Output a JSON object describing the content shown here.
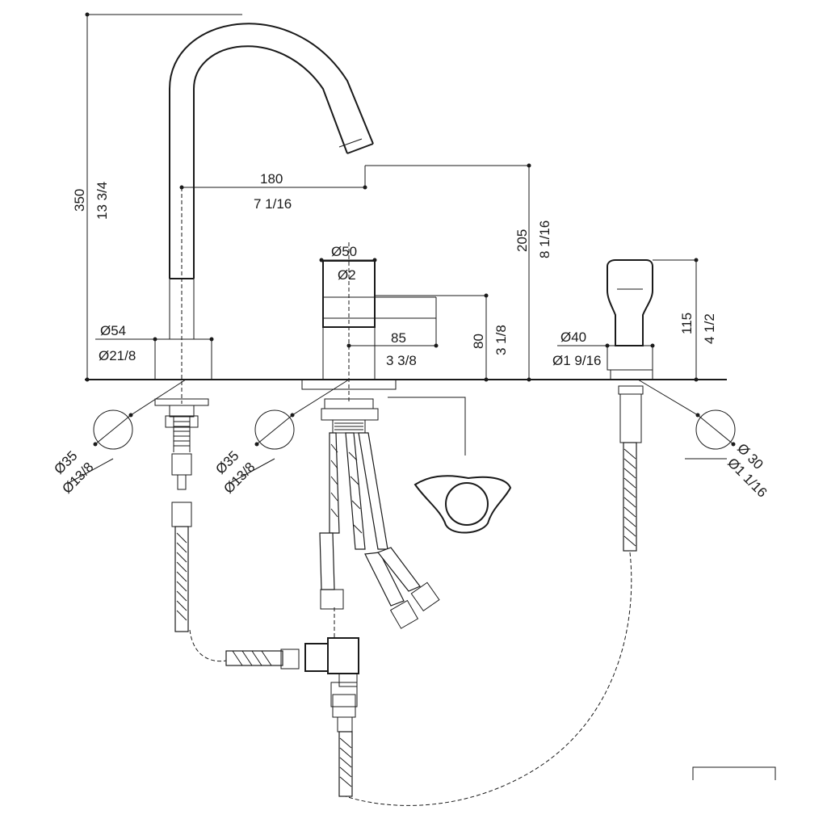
{
  "dimensions": {
    "height_mm": "350",
    "height_in": "13 3/4",
    "reach_mm": "180",
    "reach_in": "7 1/16",
    "spout_height_mm": "205",
    "spout_height_in": "8 1/16",
    "handle_height_mm": "80",
    "handle_height_in": "3 1/8",
    "handle_length_mm": "85",
    "handle_length_in": "3 3/8",
    "handle_dia_mm": "Ø50",
    "handle_dia_sm": "Ø2",
    "spout_base_mm": "Ø54",
    "spout_base_in": "Ø21/8",
    "spray_height_mm": "115",
    "spray_height_in": "4 1/2",
    "spray_dia_mm": "Ø40",
    "spray_dia_in": "Ø1 9/16",
    "hole_left_mm": "Ø35",
    "hole_left_in": "Ø13/8",
    "hole_mid_mm": "Ø35",
    "hole_mid_in": "Ø13/8",
    "hole_right_mm": "Ø 30",
    "hole_right_in": "Ø1 1/16"
  }
}
